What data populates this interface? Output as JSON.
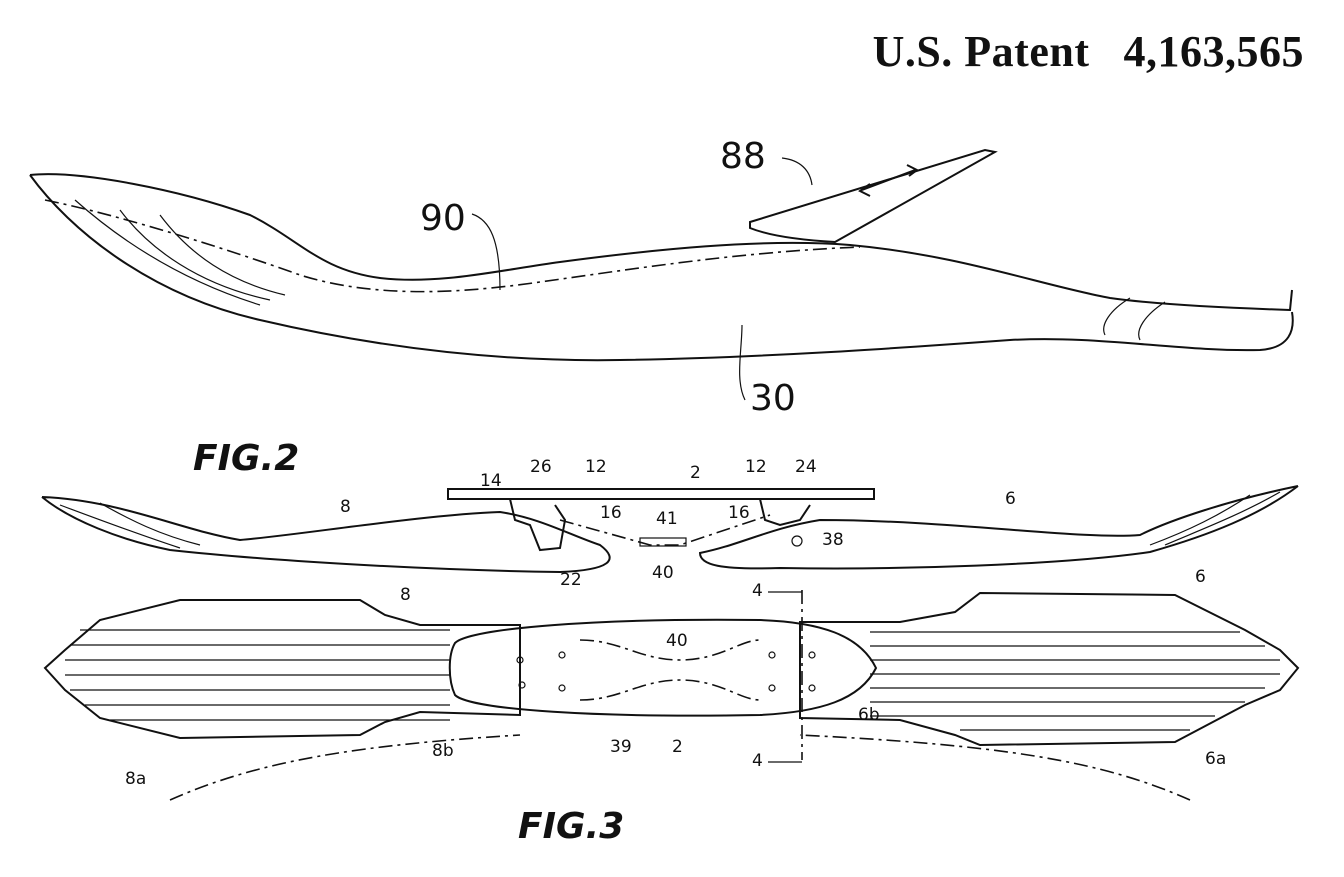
{
  "header": {
    "left": "U.S. Patent",
    "number": "4,163,565"
  },
  "fig2": {
    "caption": "FIG.2",
    "refs": {
      "r88": "88",
      "r90": "90",
      "r30": "30"
    }
  },
  "fig3": {
    "caption": "FIG.3",
    "refs": {
      "r2a": "2",
      "r2b": "2",
      "r6a": "6",
      "r6b": "6",
      "r8a": "8",
      "r8b": "8",
      "r12a": "12",
      "r12b": "12",
      "r14": "14",
      "r16a": "16",
      "r16b": "16",
      "r22": "22",
      "r24": "24",
      "r26": "26",
      "r38": "38",
      "r39": "39",
      "r40a": "40",
      "r40b": "40",
      "r41": "41",
      "r4a": "4",
      "r4b": "4",
      "r6sa": "6a",
      "r6sb": "6b",
      "r8sa": "8a",
      "r8sb": "8b"
    }
  }
}
